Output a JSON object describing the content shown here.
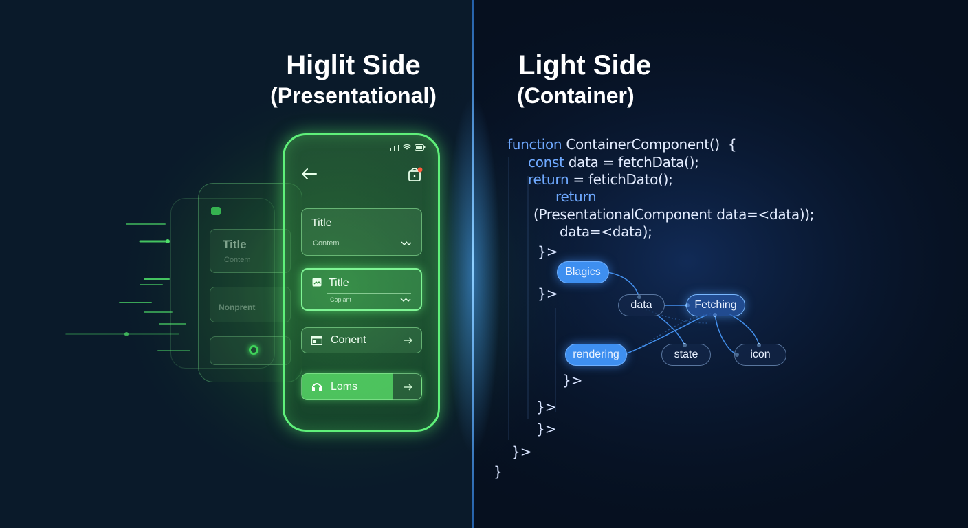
{
  "left": {
    "heading_line1": "Higlit Side",
    "heading_line2": "(Presentational)",
    "accent": "#5ff07a",
    "ghost_card": {
      "title": "Title",
      "subtitle": "Contem",
      "middle": "Nonprent"
    },
    "phone": {
      "back_icon": "arrow-left-icon",
      "bag_icon": "shopping-bag-icon",
      "cards": [
        {
          "title": "Title",
          "subtitle": "Contem",
          "icon": "chevron-down-icon"
        },
        {
          "title": "Title",
          "subtitle": "Copiant",
          "icon": "image-icon"
        },
        {
          "title": "Conent",
          "icon": "layout-icon"
        },
        {
          "title": "Loms",
          "icon": "headphones-icon"
        }
      ]
    }
  },
  "right": {
    "heading_line1": "Light Side",
    "heading_line2": "(Container)",
    "accent": "#3e8ff0",
    "code": {
      "line1_kw": "function",
      "line1_rest": " ContainerComponent()  {",
      "line2_kw": "const",
      "line2_rest": " data = fetchData();",
      "line3_kw": "return",
      "line3_rest": " = fetichDato();",
      "line4": "return",
      "line5": "(PresentationalComponent data=<data));",
      "line6": "data=<data);",
      "brace_gt": "}>",
      "brace_close": "}"
    },
    "nodes": [
      {
        "label": "Blagics"
      },
      {
        "label": "data"
      },
      {
        "label": "Fetching"
      },
      {
        "label": "rendering"
      },
      {
        "label": "state"
      },
      {
        "label": "icon"
      }
    ]
  }
}
